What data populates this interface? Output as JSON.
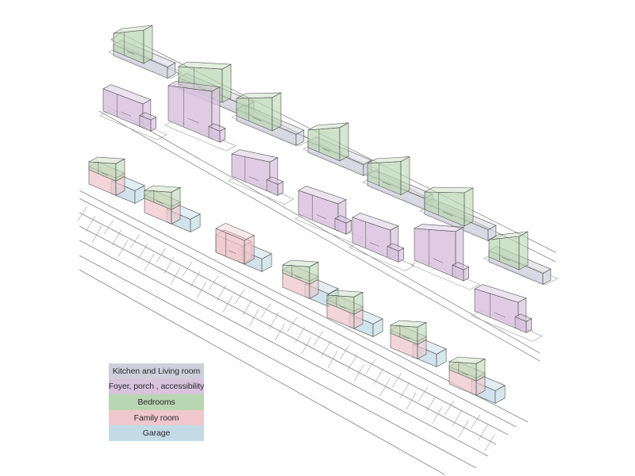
{
  "legend": {
    "items": [
      {
        "label": "Kitchen and Living room",
        "color": "#cfcfdc"
      },
      {
        "label": "Foyer, porch , accessibility",
        "color": "#d9c3df"
      },
      {
        "label": "Bedrooms",
        "color": "#b9d6b2"
      },
      {
        "label": "Family room",
        "color": "#efc7cc"
      },
      {
        "label": "Garage",
        "color": "#c4dbe6"
      }
    ]
  }
}
